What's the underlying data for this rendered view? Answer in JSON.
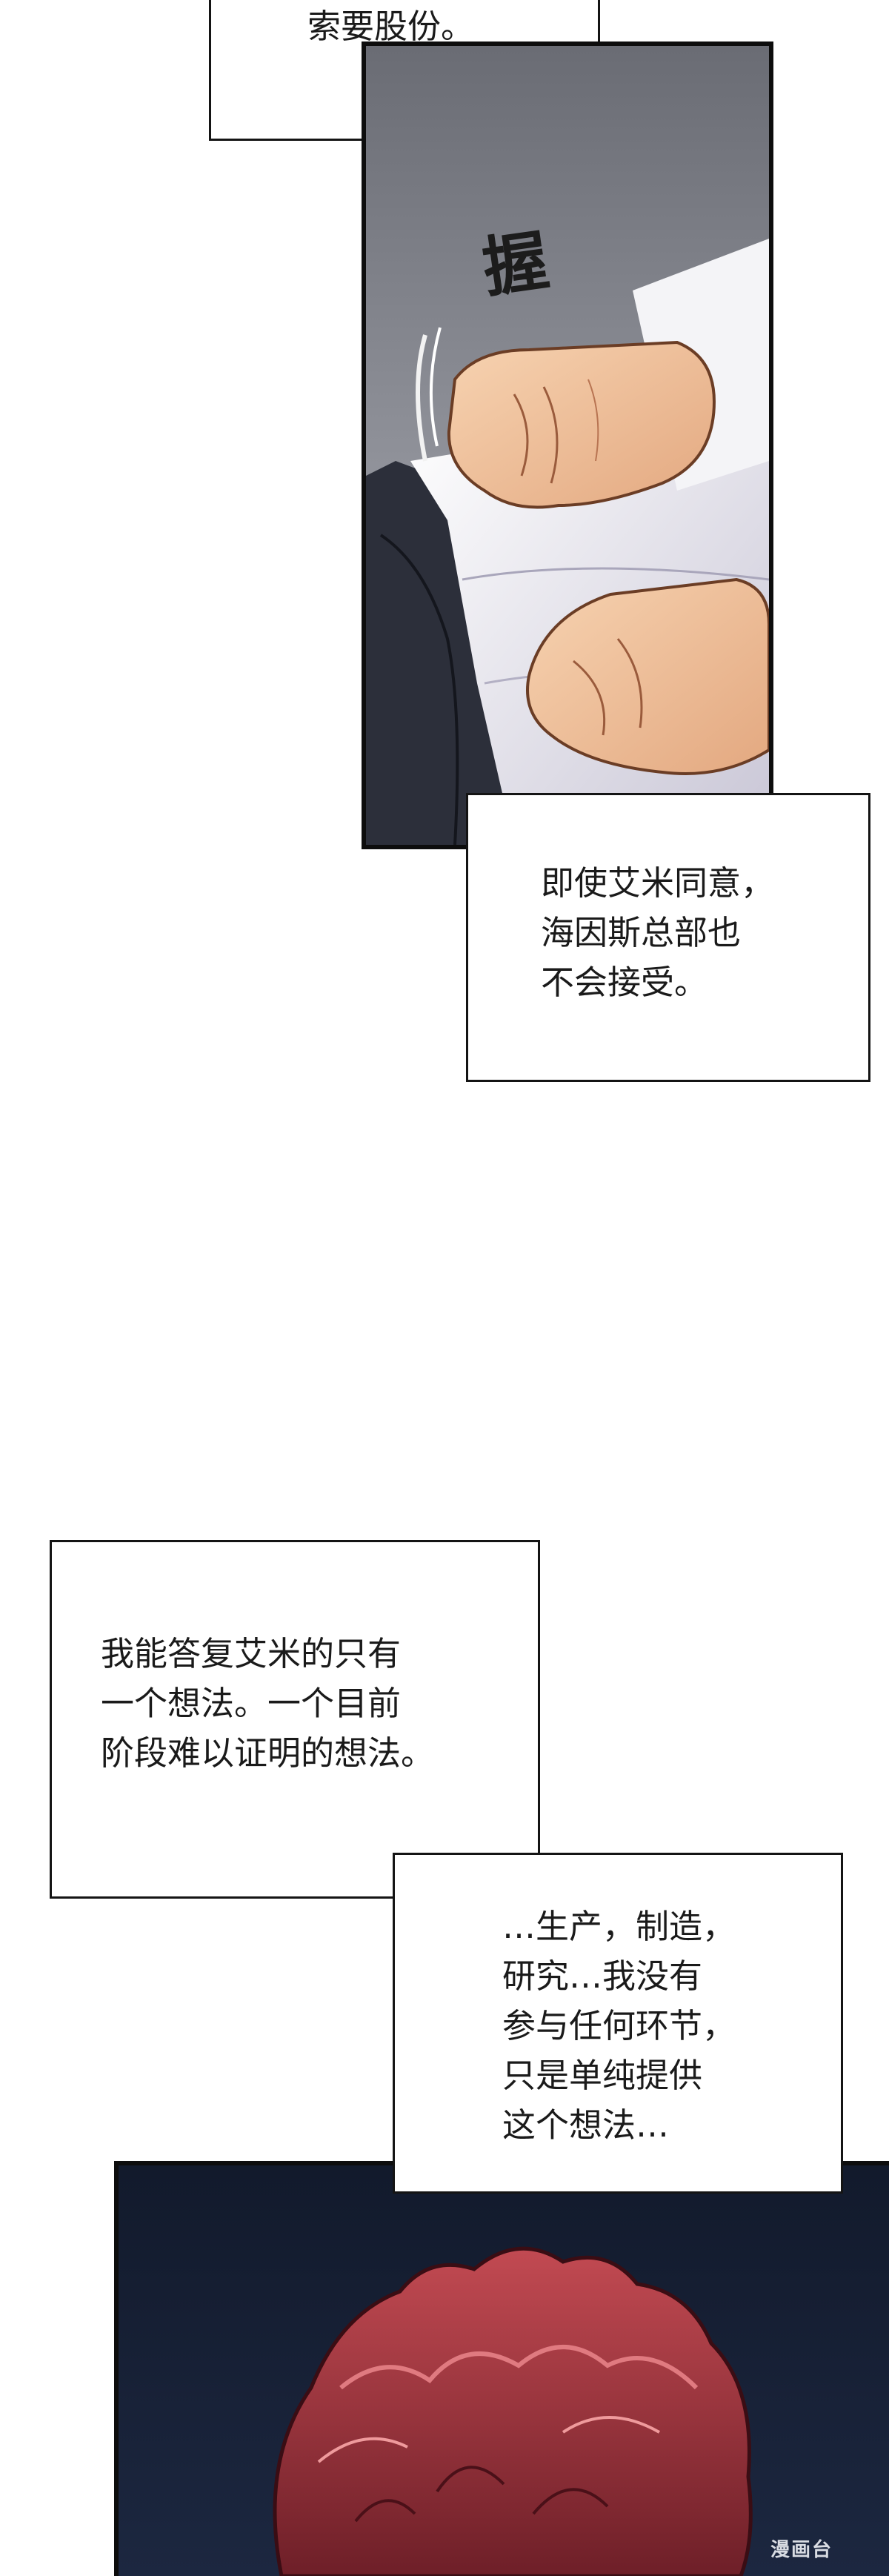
{
  "captions": {
    "top": "索要股份。",
    "middle": [
      "即使艾米同意，",
      "海因斯总部也",
      "不会接受。"
    ],
    "left": [
      "我能答复艾米的只有",
      "一个想法。一个目前",
      "阶段难以证明的想法。"
    ],
    "right": [
      "…生产，制造，",
      "研究…我没有",
      "参与任何环节，",
      "只是单纯提供",
      "这个想法…"
    ]
  },
  "sound_effect": "握",
  "watermark": "漫画台"
}
